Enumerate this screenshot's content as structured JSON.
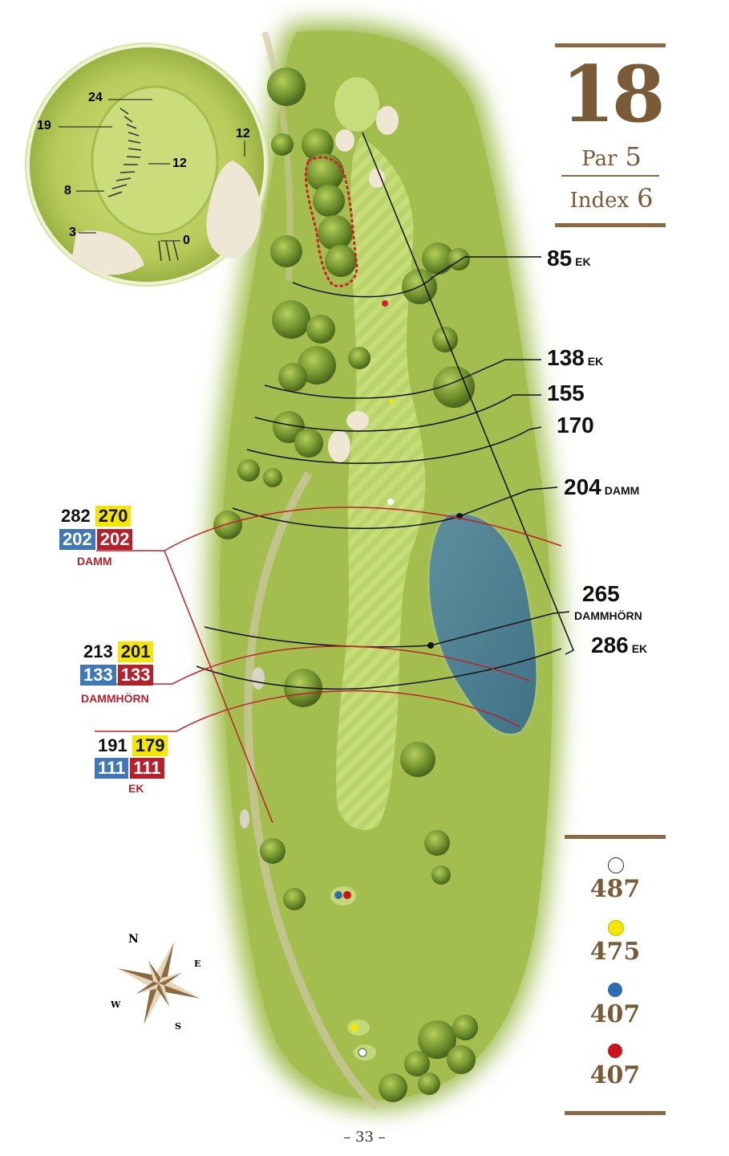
{
  "hole": {
    "number": "18",
    "par_label": "Par",
    "par": "5",
    "index_label": "Index",
    "index": "6"
  },
  "green_inset": {
    "labels": [
      "24",
      "19",
      "12",
      "12",
      "8",
      "3",
      "0"
    ]
  },
  "distance_markers": [
    {
      "value": "85",
      "suffix": "EK"
    },
    {
      "value": "138",
      "suffix": "EK"
    },
    {
      "value": "155",
      "suffix": ""
    },
    {
      "value": "170",
      "suffix": ""
    },
    {
      "value": "204",
      "suffix": "DAMM"
    },
    {
      "value": "265",
      "suffix": "DAMMHÖRN"
    },
    {
      "value": "286",
      "suffix": "EK"
    }
  ],
  "tee_hazard_boxes": [
    {
      "white": "282",
      "yellow": "270",
      "blue": "202",
      "red": "202",
      "label": "DAMM"
    },
    {
      "white": "213",
      "yellow": "201",
      "blue": "133",
      "red": "133",
      "label": "DAMMHÖRN"
    },
    {
      "white": "191",
      "yellow": "179",
      "blue": "111",
      "red": "111",
      "label": "EK"
    }
  ],
  "tee_lengths": [
    {
      "tee": "white",
      "color": "#ffffff",
      "length": "487"
    },
    {
      "tee": "yellow",
      "color": "#f3e600",
      "length": "475"
    },
    {
      "tee": "blue",
      "color": "#2f6db3",
      "length": "407"
    },
    {
      "tee": "red",
      "color": "#c8141e",
      "length": "407"
    }
  ],
  "compass": {
    "n": "N",
    "e": "E",
    "s": "S",
    "w": "W"
  },
  "page_number": "– 33 –"
}
